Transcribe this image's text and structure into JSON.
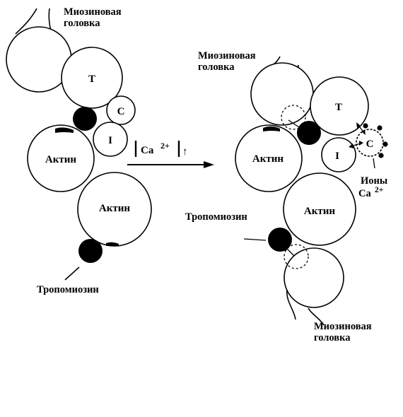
{
  "left": {
    "myosin_head": [
      "Миозиновая",
      "головка"
    ],
    "troponin_t": "T",
    "troponin_c": "C",
    "troponin_i": "I",
    "actin_top": "Актин",
    "actin_bottom": "Актин",
    "tropomyosin": "Тропомиозин"
  },
  "transition": {
    "calcium_label": "Ca",
    "calcium_charge": "2+",
    "calcium_change_arrow": "↑"
  },
  "right": {
    "myosin_head_top": [
      "Миозиновая",
      "головка"
    ],
    "troponin_t": "T",
    "troponin_c": "C",
    "troponin_i": "I",
    "actin_top": "Актин",
    "actin_bottom": "Актин",
    "tropomyosin": "Тропомиозин",
    "calcium_ions_label": "Ионы",
    "calcium_ions_symbol": "Ca",
    "calcium_ions_charge": "2+",
    "myosin_head_bottom": [
      "Миозиновая",
      "головка"
    ]
  }
}
